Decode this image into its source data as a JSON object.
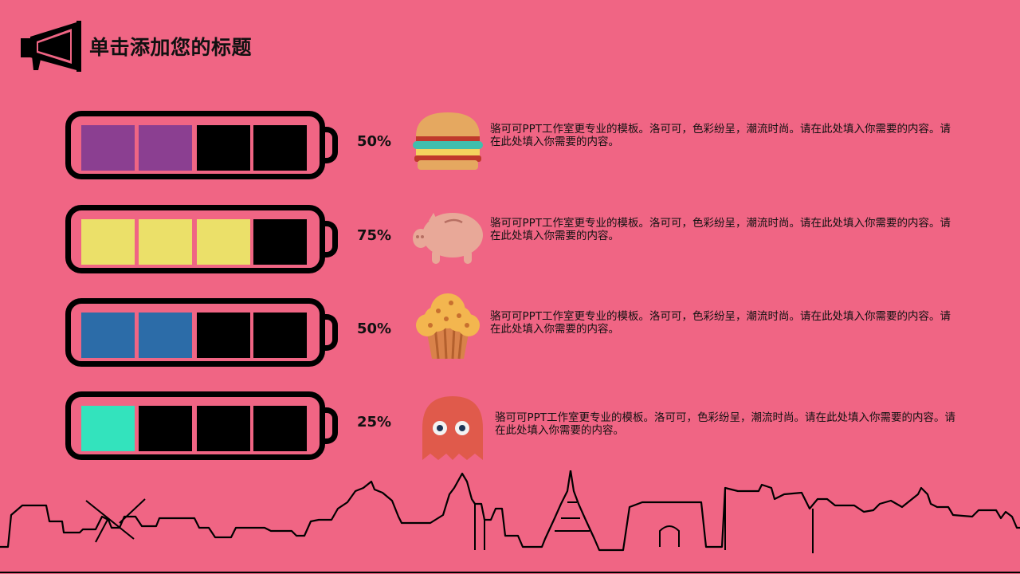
{
  "title": "单击添加您的标题",
  "theme": {
    "background": "#f06584",
    "outline": "#000000"
  },
  "items": [
    {
      "percent_label": "50%",
      "fill_level": 0.5,
      "fill_color": "#8b3f91",
      "icon": "burger-icon",
      "description": "骆可可PPT工作室更专业的模板。洛可可，色彩纷呈，潮流时尚。请在此处填入你需要的内容。请在此处填入你需要的内容。"
    },
    {
      "percent_label": "75%",
      "fill_level": 0.75,
      "fill_color": "#ebe069",
      "icon": "piggy-bank-icon",
      "description": "骆可可PPT工作室更专业的模板。洛可可，色彩纷呈，潮流时尚。请在此处填入你需要的内容。请在此处填入你需要的内容。"
    },
    {
      "percent_label": "50%",
      "fill_level": 0.5,
      "fill_color": "#2c6ca8",
      "icon": "muffin-icon",
      "description": "骆可可PPT工作室更专业的模板。洛可可，色彩纷呈，潮流时尚。请在此处填入你需要的内容。请在此处填入你需要的内容。"
    },
    {
      "percent_label": "25%",
      "fill_level": 0.25,
      "fill_color": "#33e3bd",
      "icon": "ghost-icon",
      "description": "骆可可PPT工作室更专业的模板。洛可可，色彩纷呈，潮流时尚。请在此处填入你需要的内容。请在此处填入你需要的内容。"
    }
  ]
}
